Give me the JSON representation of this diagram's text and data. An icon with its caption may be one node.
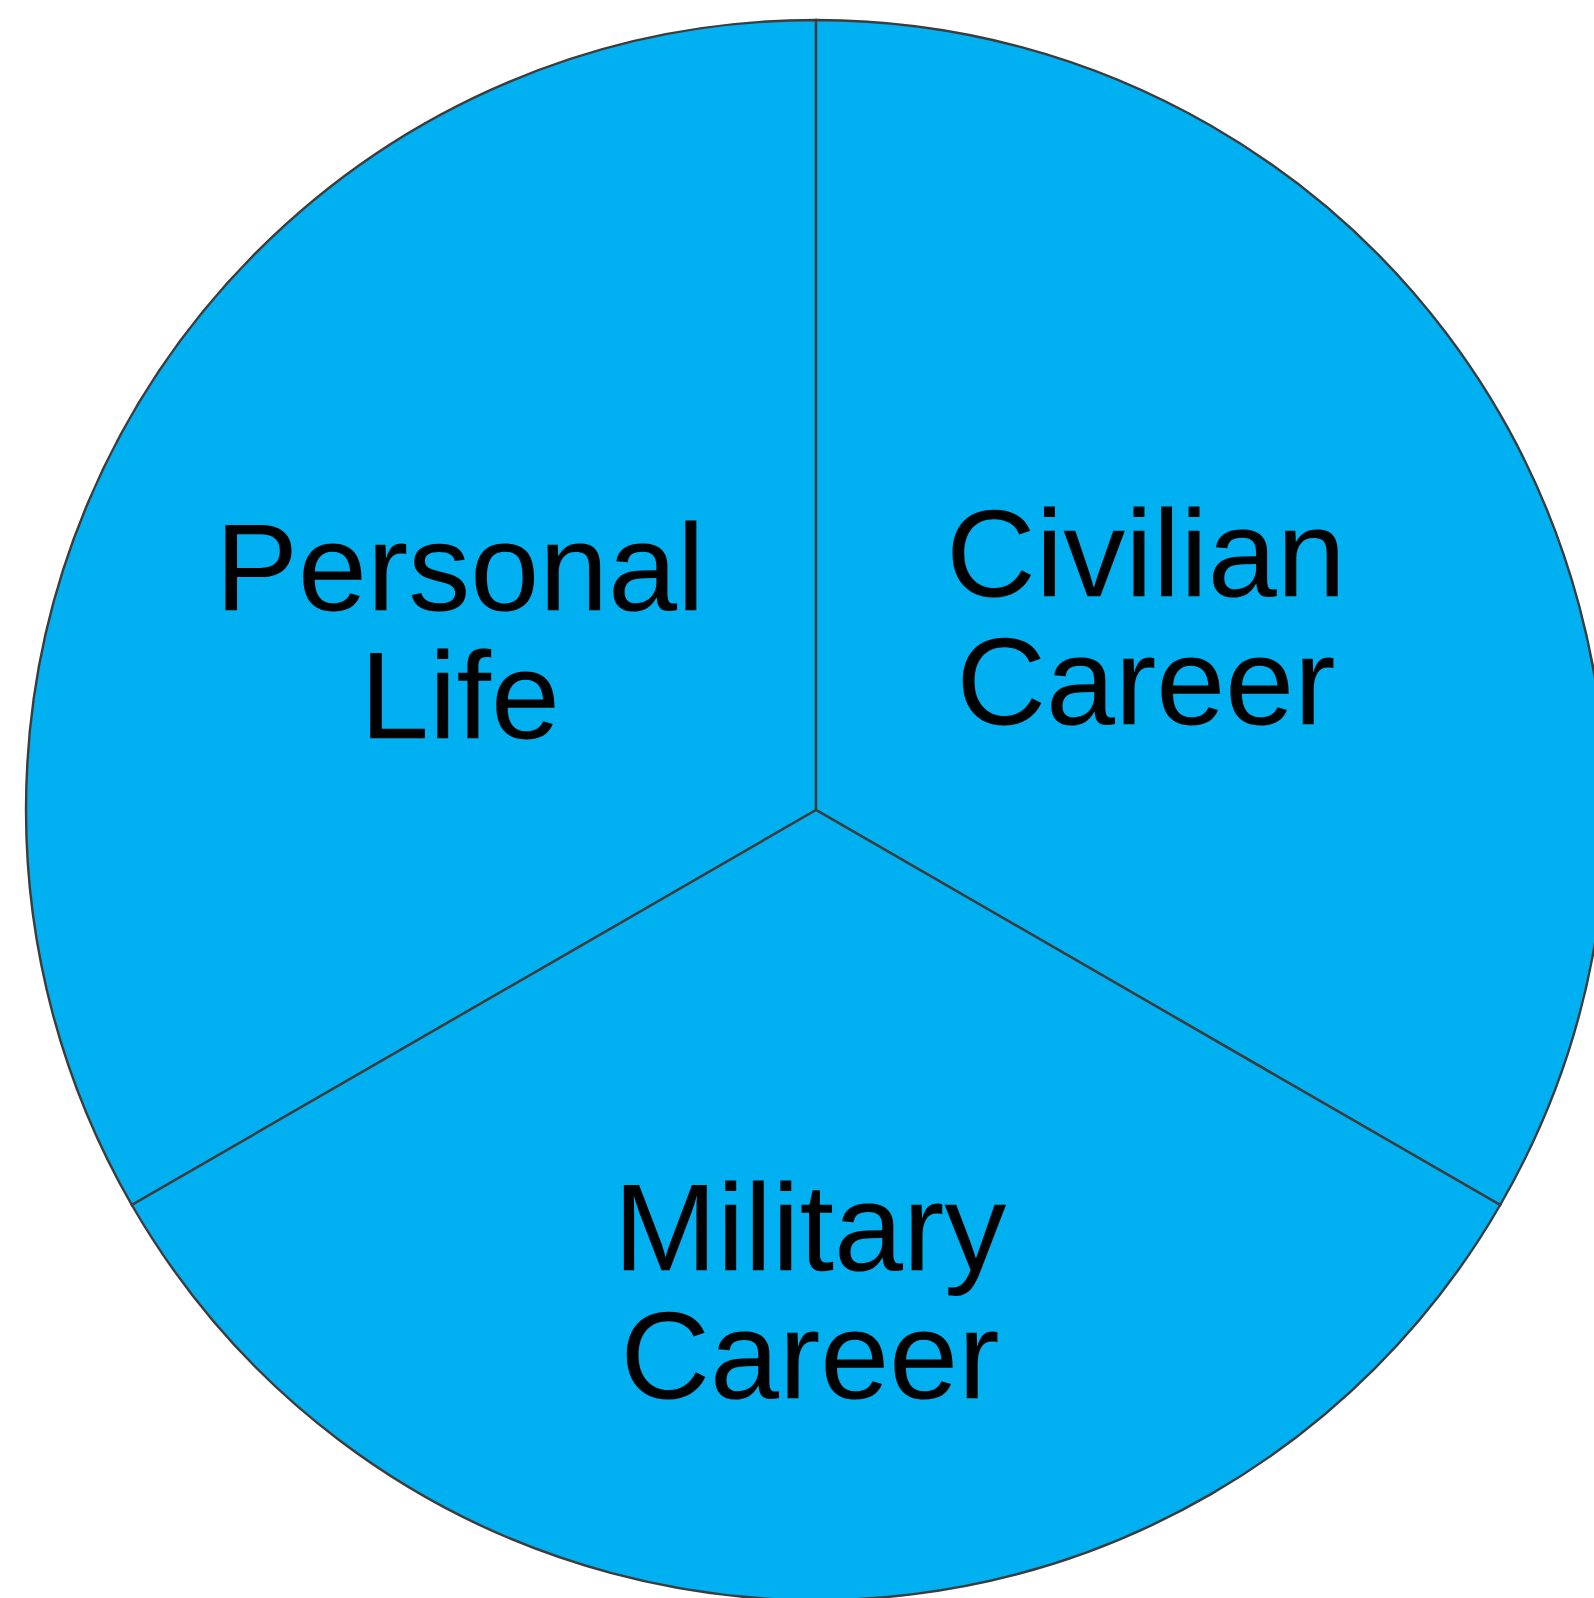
{
  "diagram": {
    "nodes": [
      {
        "text": [
          "Personal Life"
        ]
      },
      {
        "text": [
          "Civilian Career"
        ]
      },
      {
        "text": [
          "Military Career"
        ]
      }
    ]
  }
}
